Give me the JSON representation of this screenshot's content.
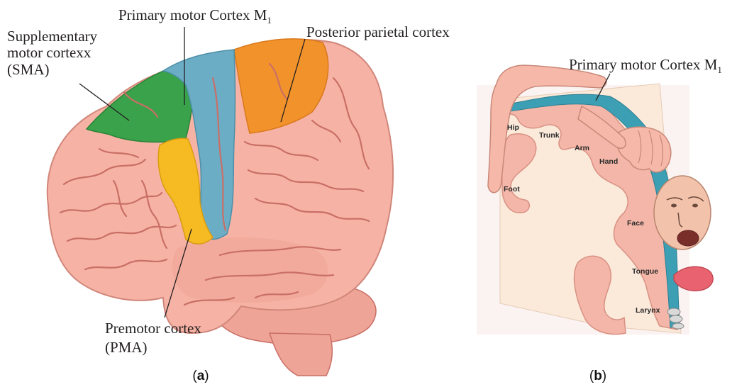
{
  "panel_a": {
    "labels": {
      "sma_line1": "Supplementary",
      "sma_line2": "motor cortexx",
      "sma_line3": "(SMA)",
      "m1": "Primary motor Cortex M",
      "m1_sub": "1",
      "ppc": "Posterior parietal cortex",
      "pma_line1": "Premotor cortex",
      "pma_line2": "(PMA)"
    },
    "caption_open": "(",
    "caption_letter": "a",
    "caption_close": ")",
    "colors": {
      "brain": "#f6b3a5",
      "brain_shadow": "#e4907f",
      "sulcus": "#c96f66",
      "sma": "#3aa24a",
      "m1": "#6cadc6",
      "pma": "#f6bb22",
      "ppc": "#f2922b"
    }
  },
  "panel_b": {
    "title": "Primary motor Cortex M",
    "title_sub": "1",
    "body_parts": [
      "Hip",
      "Trunk",
      "Arm",
      "Hand",
      "Foot",
      "Face",
      "Tongue",
      "Larynx"
    ],
    "caption_open": "(",
    "caption_letter": "b",
    "caption_close": ")",
    "colors": {
      "cortex": "#f4b6a8",
      "section": "#fbe9da",
      "blue_layer": "#3d9fb3",
      "tongue": "#e8636f"
    }
  }
}
